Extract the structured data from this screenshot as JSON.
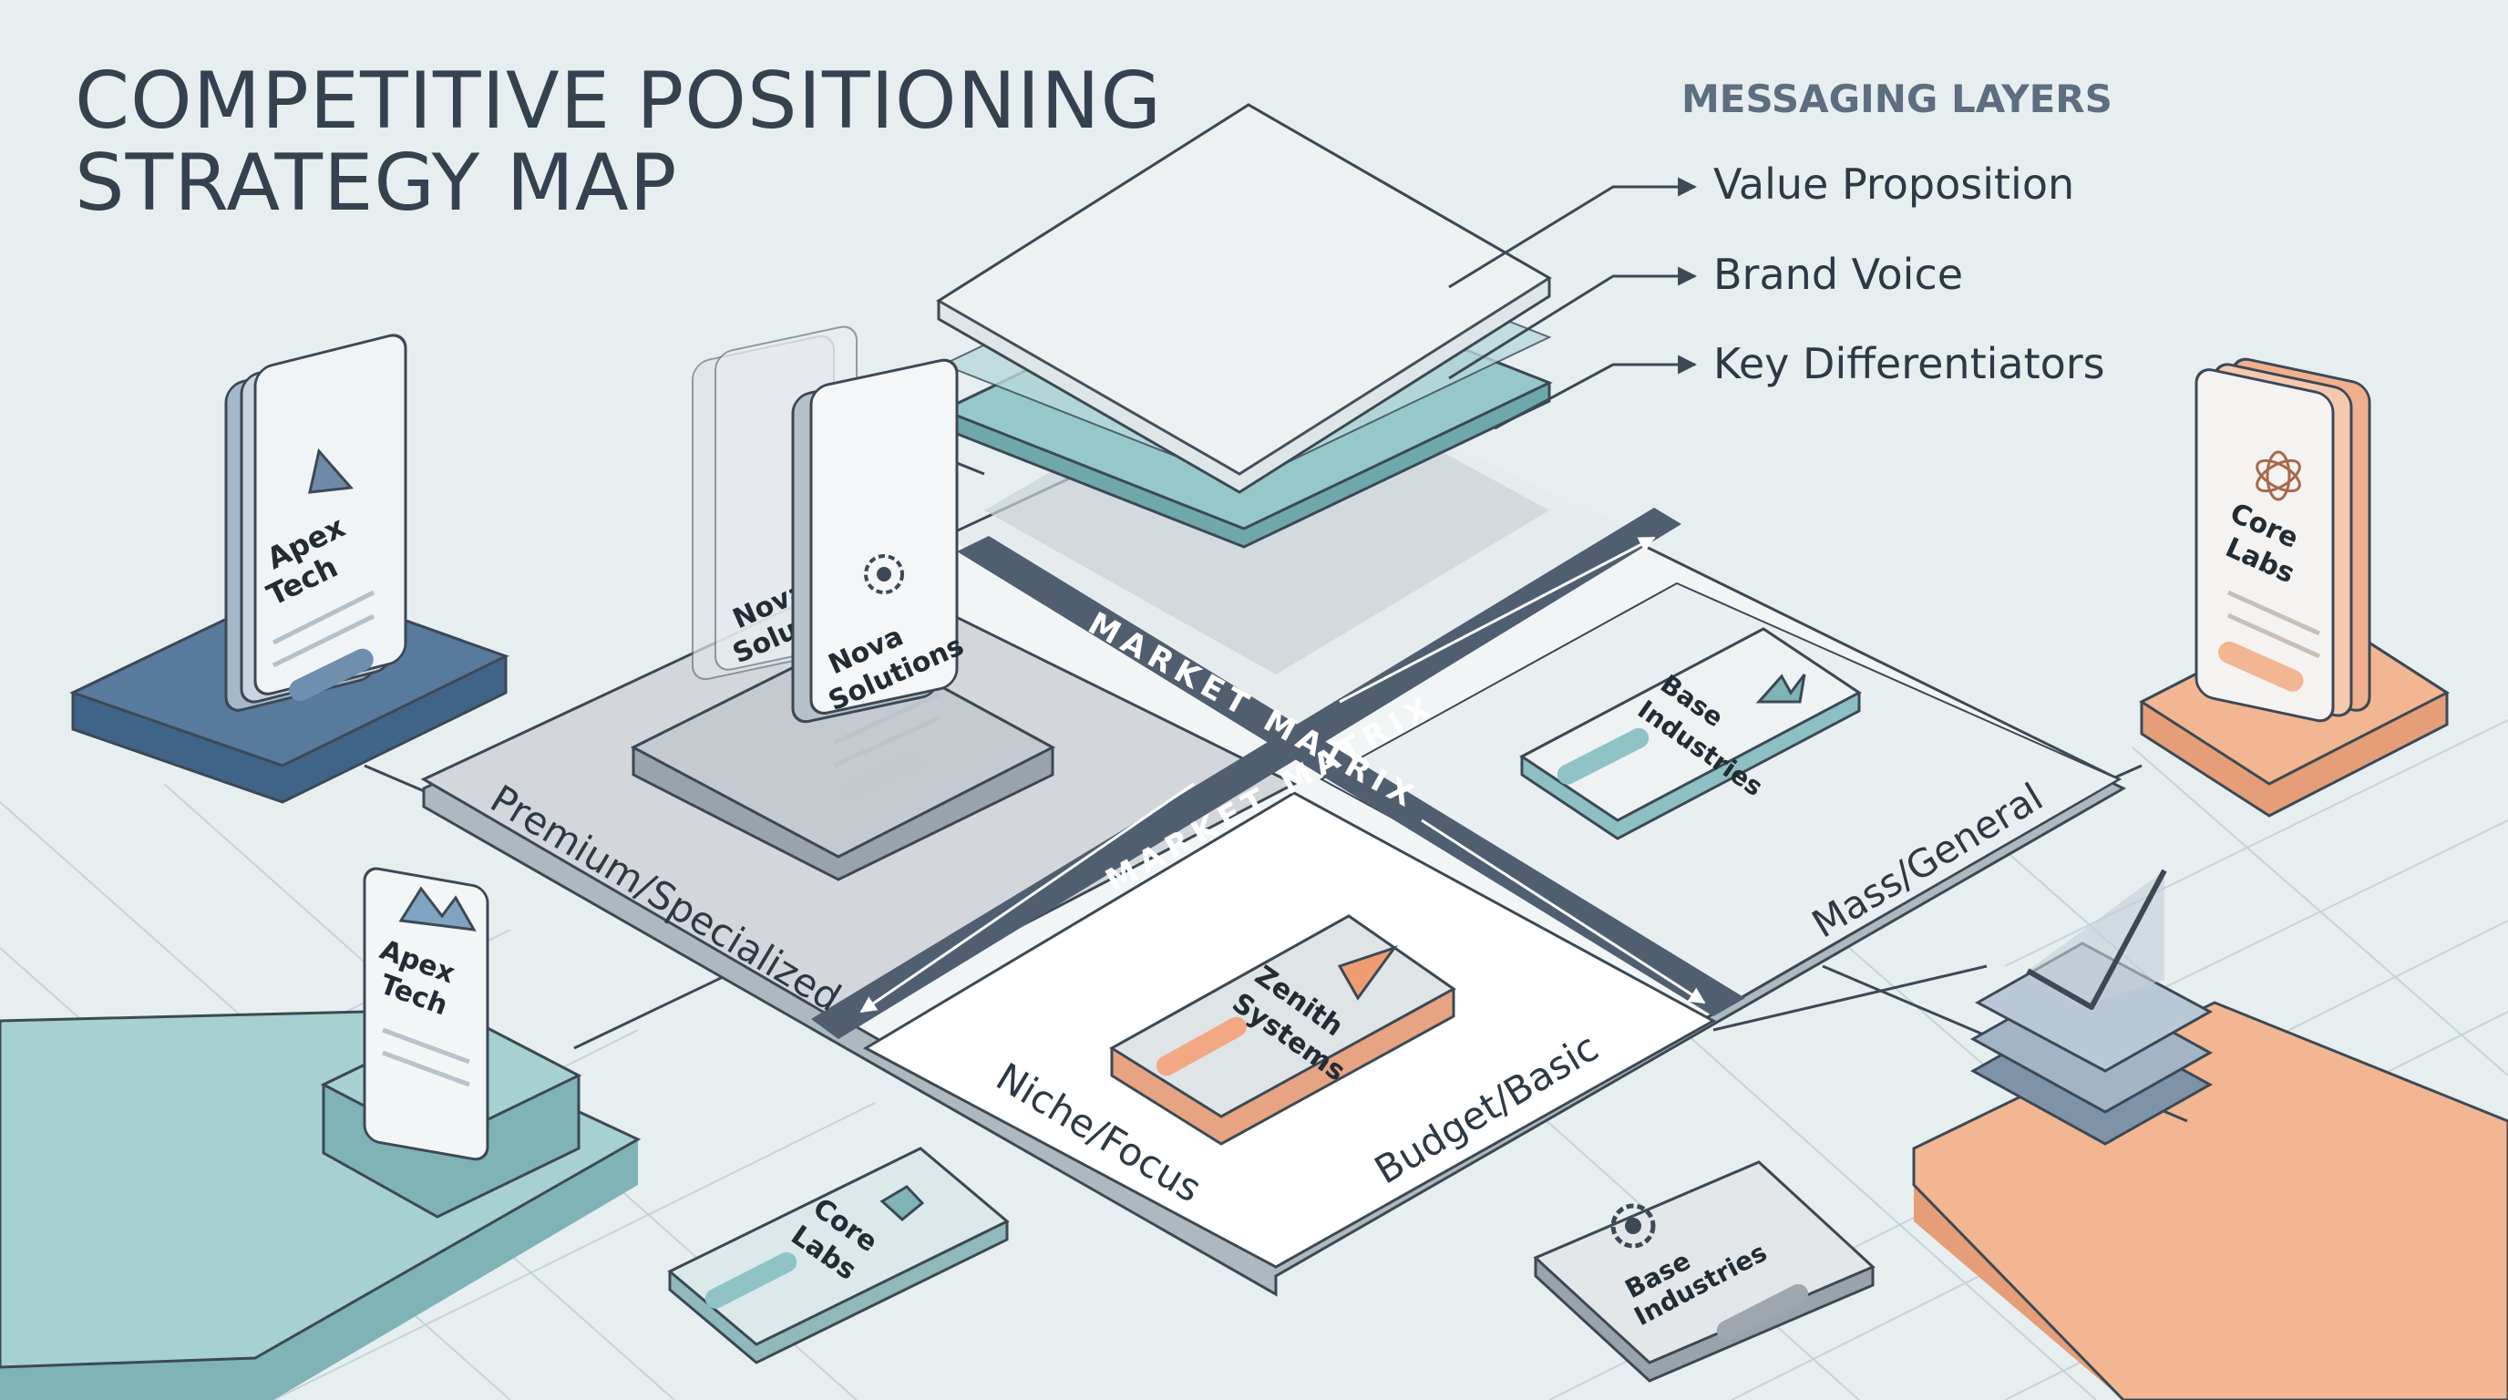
{
  "title": {
    "line1": "COMPETITIVE POSITIONING",
    "line2": "STRATEGY MAP"
  },
  "messaging_layers": {
    "heading": "MESSAGING LAYERS",
    "items": [
      {
        "label": "Value Proposition"
      },
      {
        "label": "Brand Voice"
      },
      {
        "label": "Key Differentiators"
      }
    ]
  },
  "matrix": {
    "band_upper": "MARKET MATRIX",
    "band_lower": "MARKET MATRIX",
    "zones": {
      "premium": "Premium/Specialized",
      "mass": "Mass/General",
      "niche": "Niche/Focus",
      "budget": "Budget/Basic"
    }
  },
  "competitors": {
    "apex_tech": {
      "line1": "Apex",
      "line2": "Tech"
    },
    "nova_solutions": {
      "line1": "Nova",
      "line2": "Solutions"
    },
    "core_labs": {
      "line1": "Core",
      "line2": "Labs"
    },
    "base_industries": {
      "line1": "Base",
      "line2": "Industries"
    },
    "zenith_systems": {
      "line1": "Zenith",
      "line2": "Systems"
    }
  },
  "colors": {
    "background": "#e6eef0",
    "navy_block": "#587a9c",
    "teal_layer": "#8fc3c5",
    "orange_block": "#f2b692",
    "band": "#4f5f70",
    "outline": "#3c4955"
  }
}
